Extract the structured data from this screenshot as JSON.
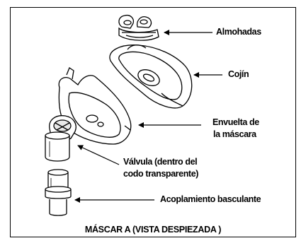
{
  "labels": {
    "pillows": "Almohadas",
    "cushion": "Cojín",
    "shell_line1": "Envuelta de",
    "shell_line2": "la máscara",
    "valve_line1": "Válvula (dentro del",
    "valve_line2": "codo transparente)",
    "swivel": "Acoplamiento basculante"
  },
  "caption": "MÁSCAR A (VISTA DESPIEZADA )"
}
